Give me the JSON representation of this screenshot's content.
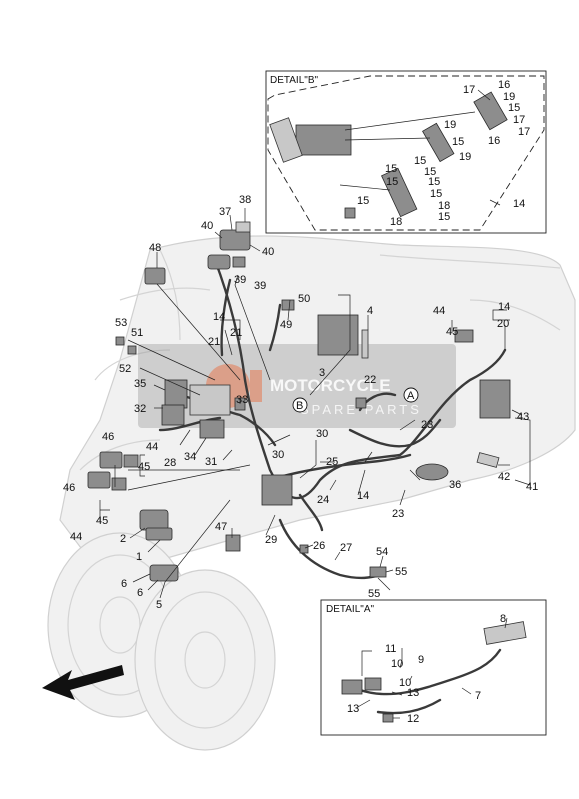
{
  "detail_b": {
    "title": "DETAIL\"B\""
  },
  "detail_a": {
    "title": "DETAIL\"A\""
  },
  "callouts": {
    "A": "A",
    "B": "B"
  },
  "watermark": {
    "line1": "MOTORCYCLE",
    "line2": "SPARE PARTS"
  },
  "labels": [
    {
      "id": "b16a",
      "text": "16"
    },
    {
      "id": "b17a",
      "text": "17"
    },
    {
      "id": "b19a",
      "text": "19"
    },
    {
      "id": "b15a",
      "text": "15"
    },
    {
      "id": "b17b",
      "text": "17"
    },
    {
      "id": "b17c",
      "text": "17"
    },
    {
      "id": "b16b",
      "text": "16"
    },
    {
      "id": "b19b",
      "text": "19"
    },
    {
      "id": "b15b",
      "text": "15"
    },
    {
      "id": "b19c",
      "text": "19"
    },
    {
      "id": "b15c",
      "text": "15"
    },
    {
      "id": "b15d",
      "text": "15"
    },
    {
      "id": "b15e",
      "text": "15"
    },
    {
      "id": "b15f",
      "text": "15"
    },
    {
      "id": "b15g",
      "text": "15"
    },
    {
      "id": "b15h",
      "text": "15"
    },
    {
      "id": "b18a",
      "text": "18"
    },
    {
      "id": "b15i",
      "text": "15"
    },
    {
      "id": "b18b",
      "text": "18"
    },
    {
      "id": "b15j",
      "text": "15"
    },
    {
      "id": "b14",
      "text": "14"
    },
    {
      "id": "n38",
      "text": "38"
    },
    {
      "id": "n37",
      "text": "37"
    },
    {
      "id": "n40a",
      "text": "40"
    },
    {
      "id": "n40b",
      "text": "40"
    },
    {
      "id": "n39a",
      "text": "39"
    },
    {
      "id": "n39b",
      "text": "39"
    },
    {
      "id": "n48",
      "text": "48"
    },
    {
      "id": "n50",
      "text": "50"
    },
    {
      "id": "n49",
      "text": "49"
    },
    {
      "id": "n4",
      "text": "4"
    },
    {
      "id": "n3",
      "text": "3"
    },
    {
      "id": "n14a",
      "text": "14"
    },
    {
      "id": "n21a",
      "text": "21"
    },
    {
      "id": "n21b",
      "text": "21"
    },
    {
      "id": "n53",
      "text": "53"
    },
    {
      "id": "n51",
      "text": "51"
    },
    {
      "id": "n52",
      "text": "52"
    },
    {
      "id": "n35",
      "text": "35"
    },
    {
      "id": "n32",
      "text": "32"
    },
    {
      "id": "n33",
      "text": "33"
    },
    {
      "id": "n22",
      "text": "22"
    },
    {
      "id": "n44a",
      "text": "44"
    },
    {
      "id": "n45a",
      "text": "45"
    },
    {
      "id": "n14b",
      "text": "14"
    },
    {
      "id": "n20",
      "text": "20"
    },
    {
      "id": "n43",
      "text": "43"
    },
    {
      "id": "n23a",
      "text": "23"
    },
    {
      "id": "n46a",
      "text": "46"
    },
    {
      "id": "n44b",
      "text": "44"
    },
    {
      "id": "n45b",
      "text": "45"
    },
    {
      "id": "n28",
      "text": "28"
    },
    {
      "id": "n34",
      "text": "34"
    },
    {
      "id": "n31",
      "text": "31"
    },
    {
      "id": "n30a",
      "text": "30"
    },
    {
      "id": "n30b",
      "text": "30"
    },
    {
      "id": "n25",
      "text": "25"
    },
    {
      "id": "n46b",
      "text": "46"
    },
    {
      "id": "n45c",
      "text": "45"
    },
    {
      "id": "n44c",
      "text": "44"
    },
    {
      "id": "n24",
      "text": "24"
    },
    {
      "id": "n14c",
      "text": "14"
    },
    {
      "id": "n36",
      "text": "36"
    },
    {
      "id": "n42",
      "text": "42"
    },
    {
      "id": "n41",
      "text": "41"
    },
    {
      "id": "n23b",
      "text": "23"
    },
    {
      "id": "n2",
      "text": "2"
    },
    {
      "id": "n1",
      "text": "1"
    },
    {
      "id": "n47",
      "text": "47"
    },
    {
      "id": "n29",
      "text": "29"
    },
    {
      "id": "n26",
      "text": "26"
    },
    {
      "id": "n27",
      "text": "27"
    },
    {
      "id": "n54",
      "text": "54"
    },
    {
      "id": "n55a",
      "text": "55"
    },
    {
      "id": "n55b",
      "text": "55"
    },
    {
      "id": "n6a",
      "text": "6"
    },
    {
      "id": "n6b",
      "text": "6"
    },
    {
      "id": "n5",
      "text": "5"
    },
    {
      "id": "a8",
      "text": "8"
    },
    {
      "id": "a11",
      "text": "11"
    },
    {
      "id": "a10a",
      "text": "10"
    },
    {
      "id": "a9",
      "text": "9"
    },
    {
      "id": "a10b",
      "text": "10"
    },
    {
      "id": "a13a",
      "text": "13"
    },
    {
      "id": "a13b",
      "text": "13"
    },
    {
      "id": "a7",
      "text": "7"
    },
    {
      "id": "a12",
      "text": "12"
    }
  ]
}
